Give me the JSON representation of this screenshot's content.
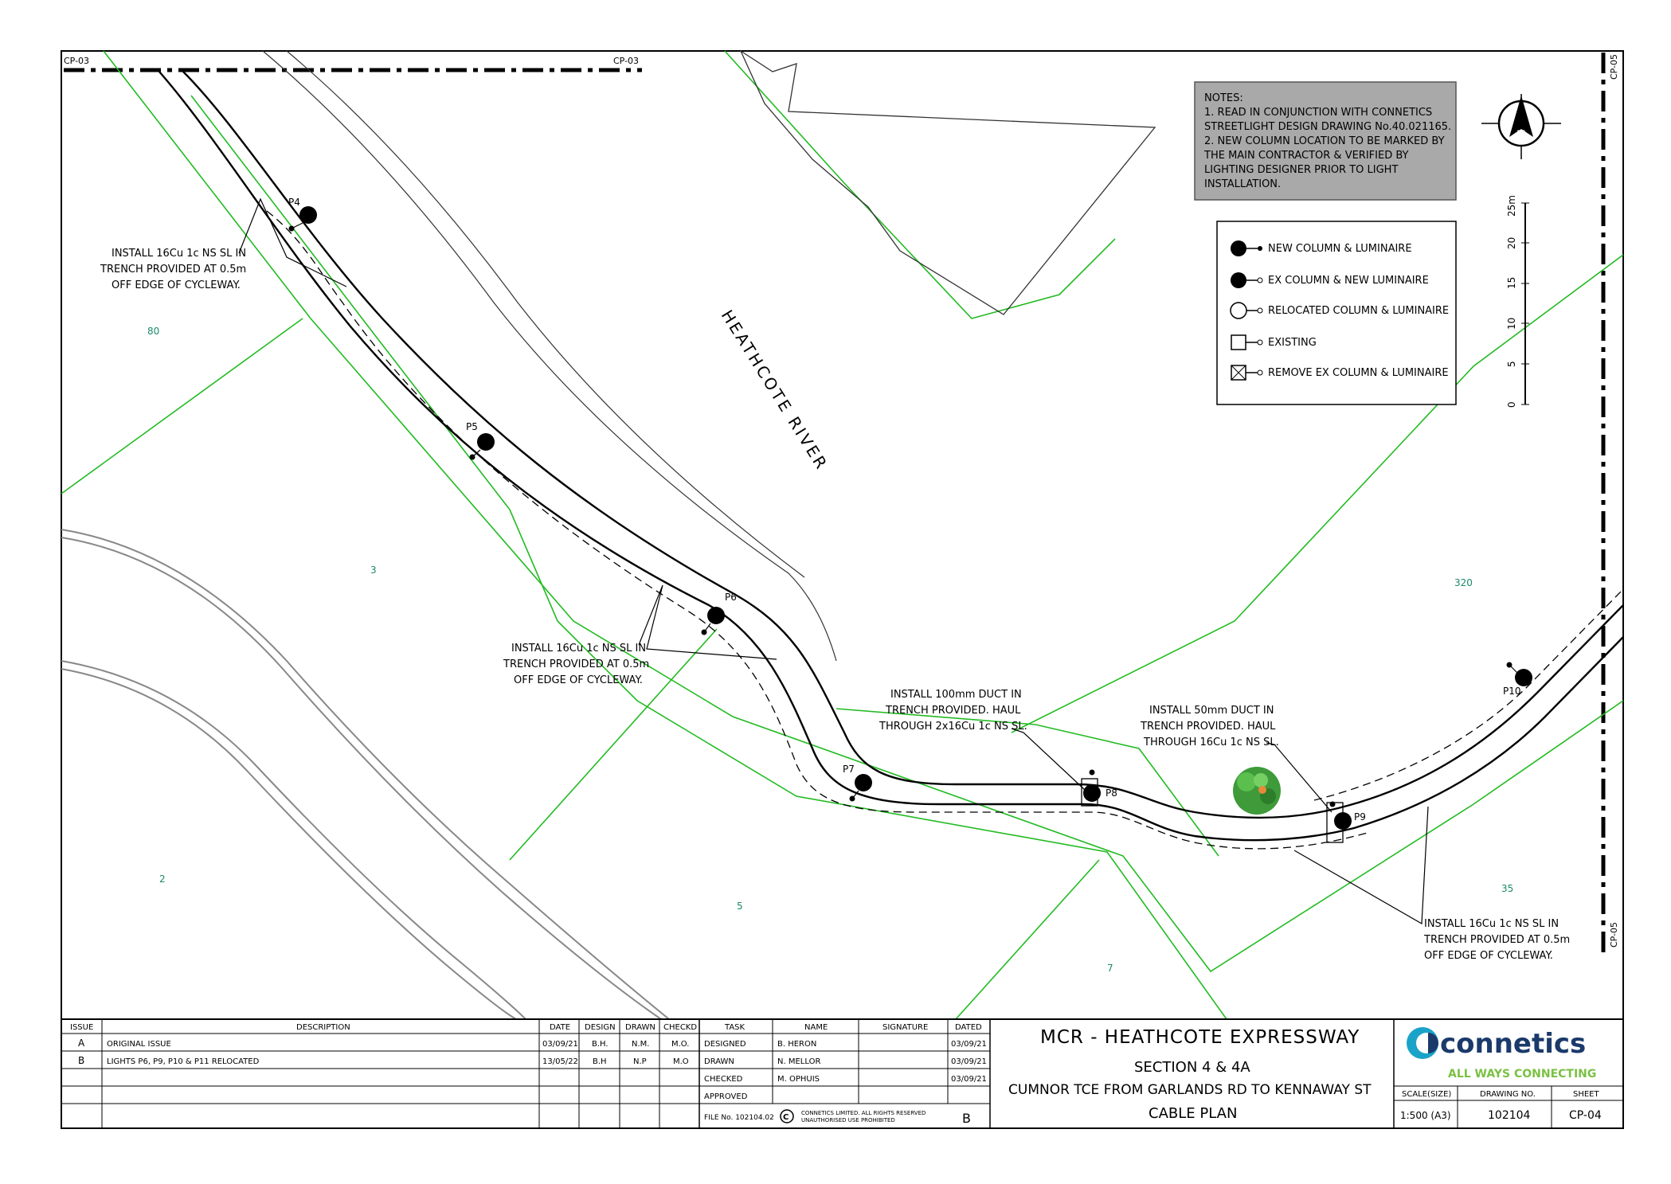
{
  "sheet_refs": {
    "cp03_left": "CP-03",
    "cp03_right": "CP-03",
    "cp05_top": "CP-05",
    "cp05_bottom": "CP-05"
  },
  "notes": {
    "title": "NOTES:",
    "lines": [
      "1.  READ IN CONJUNCTION WITH CONNETICS",
      "     STREETLIGHT DESIGN DRAWING No.40.021165.",
      "2. NEW COLUMN LOCATION TO BE MARKED BY",
      "     THE MAIN CONTRACTOR & VERIFIED BY",
      "     LIGHTING DESIGNER PRIOR TO LIGHT",
      "     INSTALLATION."
    ]
  },
  "north_arrow": {
    "label": "N"
  },
  "legend": [
    {
      "symbol": "new-column",
      "label": "NEW COLUMN & LUMINAIRE"
    },
    {
      "symbol": "ex-column-new-luminaire",
      "label": "EX COLUMN & NEW LUMINAIRE"
    },
    {
      "symbol": "relocated-column",
      "label": "RELOCATED COLUMN & LUMINAIRE"
    },
    {
      "symbol": "existing",
      "label": "EXISTING"
    },
    {
      "symbol": "remove-column",
      "label": "REMOVE EX COLUMN & LUMINAIRE"
    }
  ],
  "scale_bar": {
    "ticks": [
      "0",
      "5",
      "10",
      "15",
      "20",
      "25m"
    ]
  },
  "river_label": "HEATHCOTE   RIVER",
  "lot_numbers": [
    "80",
    "3",
    "2",
    "5",
    "320",
    "7",
    "35"
  ],
  "poles": [
    "P4",
    "P5",
    "P6",
    "P7",
    "P8",
    "P9",
    "P10"
  ],
  "callouts": {
    "c1": [
      "INSTALL 16Cu 1c NS SL IN",
      "TRENCH PROVIDED AT 0.5m",
      "OFF EDGE OF CYCLEWAY."
    ],
    "c2": [
      "INSTALL 16Cu 1c NS SL IN",
      "TRENCH PROVIDED AT 0.5m",
      "OFF EDGE OF CYCLEWAY."
    ],
    "c3": [
      "INSTALL 100mm DUCT IN",
      "TRENCH PROVIDED. HAUL",
      "THROUGH 2x16Cu 1c NS SL."
    ],
    "c4": [
      "INSTALL 50mm DUCT IN",
      "TRENCH PROVIDED. HAUL",
      "THROUGH 16Cu 1c NS SL."
    ],
    "c5": [
      "INSTALL 16Cu 1c NS SL IN",
      "TRENCH PROVIDED AT 0.5m",
      "OFF EDGE OF CYCLEWAY."
    ]
  },
  "revisions": {
    "headers": [
      "ISSUE",
      "DESCRIPTION",
      "DATE",
      "DESIGN",
      "DRAWN",
      "CHECKD"
    ],
    "rows": [
      [
        "A",
        "ORIGINAL ISSUE",
        "03/09/21",
        "B.H.",
        "N.M.",
        "M.O."
      ],
      [
        "B",
        "LIGHTS P6, P9, P10 & P11 RELOCATED",
        "13/05/22",
        "B.H",
        "N.P",
        "M.O"
      ]
    ]
  },
  "signoff": {
    "headers": [
      "TASK",
      "NAME",
      "SIGNATURE",
      "DATED"
    ],
    "rows": [
      [
        "DESIGNED",
        "B. HERON",
        "",
        "03/09/21"
      ],
      [
        "DRAWN",
        "N. MELLOR",
        "",
        "03/09/21"
      ],
      [
        "CHECKED",
        "M. OPHUIS",
        "",
        "03/09/21"
      ],
      [
        "APPROVED",
        "",
        "",
        ""
      ]
    ],
    "file_no": "FILE No. 102104.02",
    "copyright_1": "CONNETICS LIMITED. ALL RIGHTS RESERVED",
    "copyright_2": "UNAUTHORISED USE PROHIBITED",
    "revision": "B"
  },
  "title_block": {
    "project": "MCR - HEATHCOTE EXPRESSWAY",
    "section": "SECTION 4 & 4A",
    "location": "CUMNOR TCE FROM GARLANDS RD TO KENNAWAY ST",
    "plan": "CABLE PLAN"
  },
  "brand": {
    "name": "connetics",
    "tagline": "ALL WAYS CONNECTING",
    "navy": "#1b3a6b",
    "accent": "#1aa3c9",
    "green": "#7ac143"
  },
  "sheet_info": {
    "headers": [
      "SCALE(SIZE)",
      "DRAWING NO.",
      "SHEET"
    ],
    "values": [
      "1:500 (A3)",
      "102104",
      "CP-04"
    ]
  },
  "colors": {
    "boundary": "#22bb22",
    "lot_text": "#1a8a6a",
    "notes_bg": "#a9a9a9"
  }
}
